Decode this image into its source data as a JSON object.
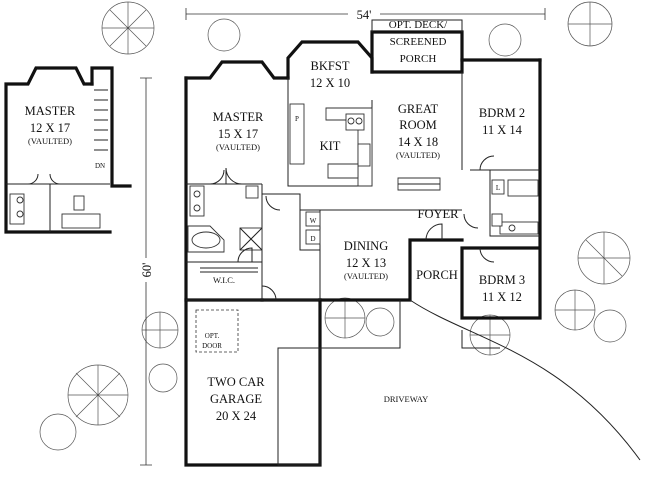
{
  "dimensions": {
    "width_label": "54'",
    "depth_label": "60'"
  },
  "rooms": {
    "alt_master": {
      "name": "MASTER",
      "size": "12 X 17",
      "note": "(VAULTED)"
    },
    "master": {
      "name": "MASTER",
      "size": "15 X 17",
      "note": "(VAULTED)"
    },
    "bkfst": {
      "name": "BKFST",
      "size": "12 X 10"
    },
    "kit": {
      "name": "KIT"
    },
    "pantry": {
      "name": "P"
    },
    "deck": {
      "line1": "OPT. DECK/",
      "line2": "SCREENED",
      "line3": "PORCH"
    },
    "great_room": {
      "line1": "GREAT",
      "line2": "ROOM",
      "size": "14 X 18",
      "note": "(VAULTED)"
    },
    "bdrm2": {
      "name": "BDRM 2",
      "size": "11 X 14"
    },
    "bdrm3": {
      "name": "BDRM 3",
      "size": "11 X 12"
    },
    "foyer": {
      "name": "FOYER"
    },
    "dining": {
      "name": "DINING",
      "size": "12 X 13",
      "note": "(VAULTED)"
    },
    "porch": {
      "name": "PORCH"
    },
    "wic": {
      "name": "W.I.C."
    },
    "laundry": {
      "w": "W",
      "d": "D"
    },
    "linen": {
      "name": "L"
    },
    "garage": {
      "line1": "TWO CAR",
      "line2": "GARAGE",
      "size": "20 X 24"
    },
    "opt_door": {
      "line1": "OPT.",
      "line2": "DOOR"
    },
    "driveway": {
      "name": "DRIVEWAY"
    },
    "stair_dn": {
      "name": "DN"
    }
  }
}
